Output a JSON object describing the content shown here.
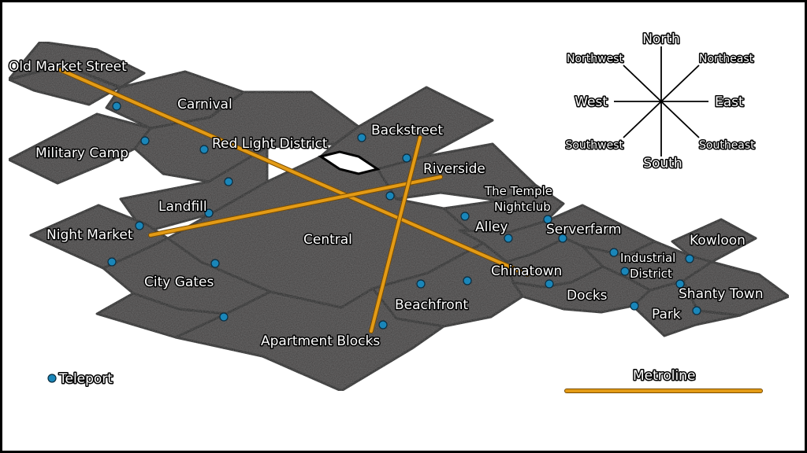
{
  "map": {
    "districts": [
      {
        "id": "old-market-street",
        "label": "Old Market Street"
      },
      {
        "id": "carnival",
        "label": "Carnival"
      },
      {
        "id": "military-camp",
        "label": "Military Camp"
      },
      {
        "id": "red-light-district",
        "label": "Red Light District"
      },
      {
        "id": "backstreet",
        "label": "Backstreet"
      },
      {
        "id": "riverside",
        "label": "Riverside"
      },
      {
        "id": "landfill",
        "label": "Landfill"
      },
      {
        "id": "night-market",
        "label": "Night Market"
      },
      {
        "id": "central",
        "label": "Central"
      },
      {
        "id": "the-temple",
        "label": "The Temple"
      },
      {
        "id": "nightclub",
        "label": "Nightclub"
      },
      {
        "id": "alley",
        "label": "Alley"
      },
      {
        "id": "serverfarm",
        "label": "Serverfarm"
      },
      {
        "id": "kowloon",
        "label": "Kowloon"
      },
      {
        "id": "industrial-district-1",
        "label": "Industrial"
      },
      {
        "id": "industrial-district-2",
        "label": "District"
      },
      {
        "id": "city-gates",
        "label": "City Gates"
      },
      {
        "id": "chinatown",
        "label": "Chinatown"
      },
      {
        "id": "shanty-town",
        "label": "Shanty Town"
      },
      {
        "id": "docks",
        "label": "Docks"
      },
      {
        "id": "beachfront",
        "label": "Beachfront"
      },
      {
        "id": "park",
        "label": "Park"
      },
      {
        "id": "apartment-blocks",
        "label": "Apartment Blocks"
      }
    ],
    "compass": {
      "north": "North",
      "northeast": "Northeast",
      "east": "East",
      "southeast": "Southeast",
      "south": "South",
      "southwest": "Southwest",
      "west": "West",
      "northwest": "Northwest"
    },
    "legend": {
      "teleport_label": "Teleport",
      "metroline_label": "Metroline",
      "teleport_color": "#1a86b9",
      "metroline_color": "#e39b16",
      "district_color": "#3c3b3b"
    }
  }
}
